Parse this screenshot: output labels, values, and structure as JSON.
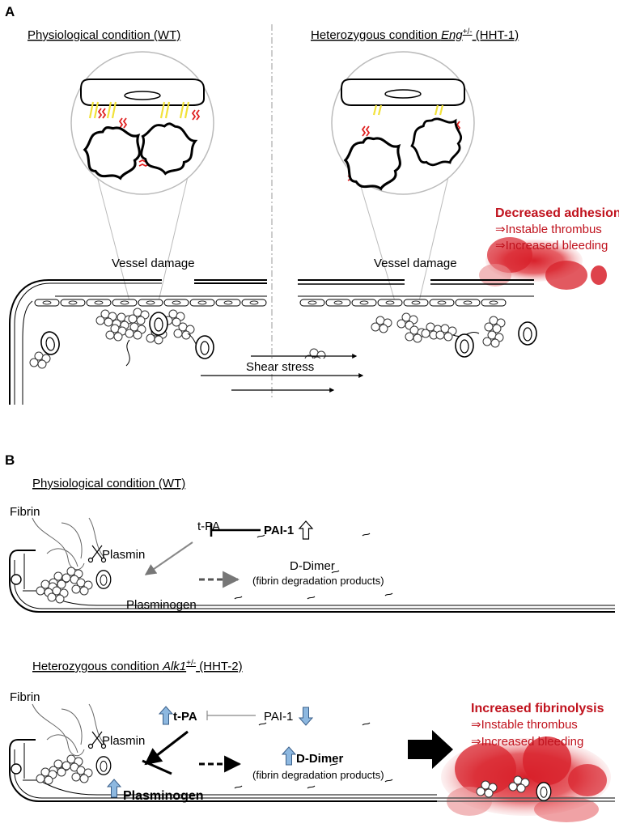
{
  "panel_a": {
    "letter": "A",
    "left_title": "Physiological condition (WT)",
    "right_title_prefix": "Heterozygous condition ",
    "right_title_gene": "Eng",
    "right_title_sup": "+/-",
    "right_title_suffix": " (HHT-1)",
    "vessel_damage_left": "Vessel damage",
    "vessel_damage_right": "Vessel damage",
    "shear_stress": "Shear stress",
    "outcome_title": "Decreased adhesion",
    "outcome_1": "Instable thrombus",
    "outcome_2": "Increased bleeding",
    "arrow_glyph": "⇒"
  },
  "panel_b": {
    "letter": "B",
    "wt": {
      "title": "Physiological condition (WT)",
      "fibrin": "Fibrin",
      "plasmin": "Plasmin",
      "tpa": "t-PA",
      "pai": "PAI-1",
      "plasminogen": "Plasminogen",
      "ddimer": "D-Dimer",
      "ddimer_sub": "(fibrin degradation products)"
    },
    "hht2": {
      "title_prefix": "Heterozygous condition ",
      "title_gene": "Alk1",
      "title_sup": "+/-",
      "title_suffix": " (HHT-2)",
      "fibrin": "Fibrin",
      "plasmin": "Plasmin",
      "tpa": "t-PA",
      "pai": "PAI-1",
      "plasminogen": "Plasminogen",
      "ddimer": "D-Dimer",
      "ddimer_sub": "(fibrin degradation products)",
      "outcome_title": "Increased fibrinolysis",
      "outcome_1": "Instable thrombus",
      "outcome_2": "Increased bleeding",
      "arrow_glyph": "⇒"
    }
  },
  "colors": {
    "outcome_red": "#c0121d",
    "blood_red": "#d8212b",
    "up_arrow_blue": "#8db8e0",
    "endoglin_yellow": "#f2e23a",
    "receptor_red": "#e02020"
  }
}
